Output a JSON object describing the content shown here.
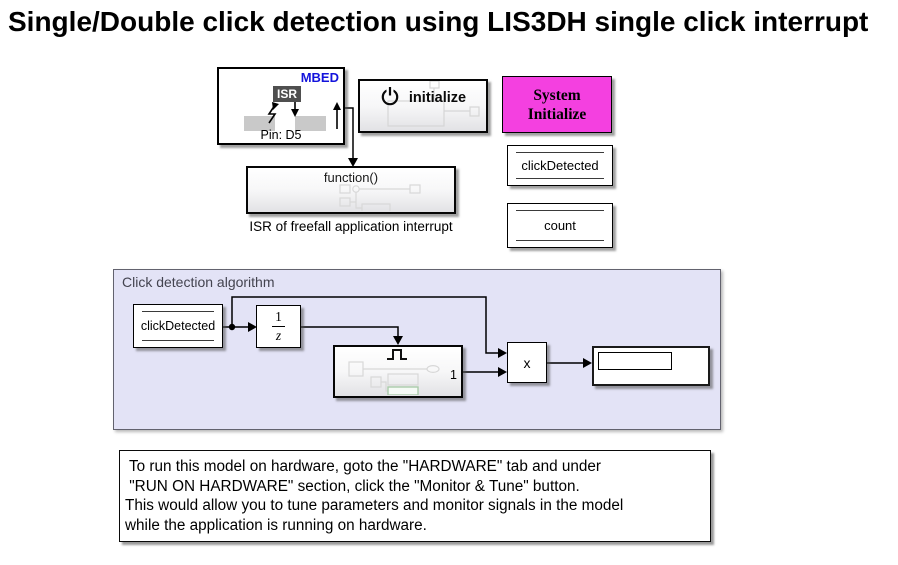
{
  "title": "Single/Double click detection using LIS3DH single click interrupt",
  "colors": {
    "magenta": "#F440E0",
    "lavender": "#E3E3F6",
    "mbed_blue": "#1414DC"
  },
  "mbed_block": {
    "tag": "MBED",
    "isr": "ISR",
    "pin": "Pin: D5"
  },
  "initialize_block": {
    "label": "initialize"
  },
  "system_initialize_block": {
    "line1": "System",
    "line2": "Initialize"
  },
  "data_stores": {
    "click": "clickDetected",
    "count": "count"
  },
  "isr_block": {
    "header": "function()",
    "caption": "ISR of freefall application interrupt"
  },
  "algorithm": {
    "label": "Click detection algorithm",
    "read_block": "clickDetected",
    "unit_delay": {
      "numerator": "1",
      "denominator": "z"
    },
    "subsystem": {
      "out_port": "1"
    },
    "mult": "x"
  },
  "note": {
    "lines": [
      " To run this model on hardware, goto the \"HARDWARE\" tab and under",
      " \"RUN ON HARDWARE\" section, click the \"Monitor & Tune\" button.",
      "This would allow you to tune parameters and monitor signals in the model",
      "while the application is running on hardware."
    ]
  }
}
